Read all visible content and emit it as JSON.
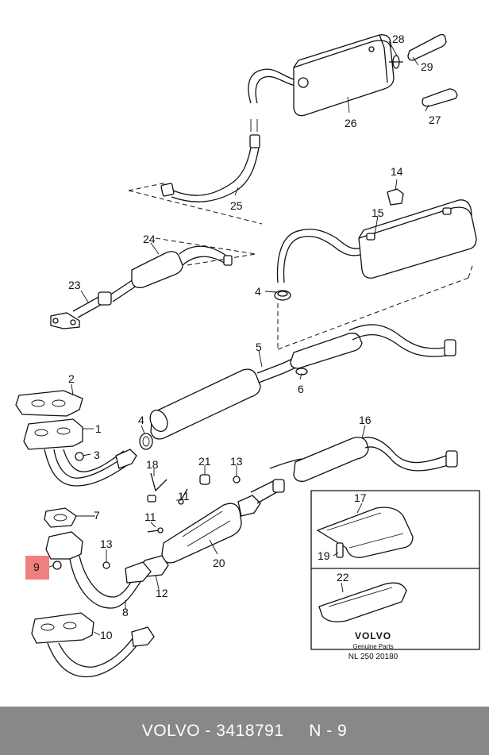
{
  "labels": {
    "l1": "1",
    "l2": "2",
    "l3": "3",
    "l4a": "4",
    "l4b": "4",
    "l5": "5",
    "l6": "6",
    "l7": "7",
    "l8": "8",
    "l9": "9",
    "l10": "10",
    "l11a": "11",
    "l11b": "11",
    "l12": "12",
    "l13a": "13",
    "l13b": "13",
    "l14": "14",
    "l15": "15",
    "l16": "16",
    "l17": "17",
    "l18": "18",
    "l19": "19",
    "l20": "20",
    "l21": "21",
    "l22": "22",
    "l23": "23",
    "l24": "24",
    "l25": "25",
    "l26": "26",
    "l27": "27",
    "l28": "28",
    "l29": "29"
  },
  "highlight": {
    "part_number": "9",
    "color": "#f08080"
  },
  "inset": {
    "brand": "VOLVO",
    "subtitle": "Genuine Parts",
    "code": "NL 250 20180"
  },
  "footer": {
    "brand": "VOLVO",
    "separator1": " - ",
    "article": "3418791",
    "gap": "     ",
    "position": "N - 9",
    "background": "#888888"
  }
}
